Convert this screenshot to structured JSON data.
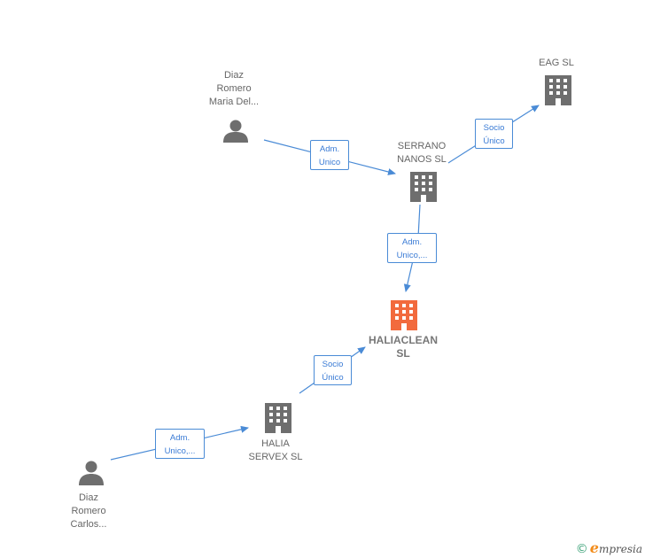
{
  "colors": {
    "edge": "#4a8bd6",
    "node_gray": "#6e6e6e",
    "node_highlight": "#f26a3d",
    "brand_orange": "#f28c1a"
  },
  "nodes": {
    "diaz_maria": {
      "label": "Diaz\nRomero\nMaria Del...",
      "icon": "person-icon"
    },
    "eag": {
      "label": "EAG SL",
      "icon": "building-icon"
    },
    "serrano": {
      "label": "SERRANO\nNANOS  SL",
      "icon": "building-icon"
    },
    "haliaclean": {
      "label": "HALIACLEAN\nSL",
      "icon": "building-icon"
    },
    "halia_servex": {
      "label": "HALIA\nSERVEX SL",
      "icon": "building-icon"
    },
    "diaz_carlos": {
      "label": "Diaz\nRomero\nCarlos...",
      "icon": "person-icon"
    }
  },
  "edges": {
    "maria_to_serrano": "Adm.\nUnico",
    "serrano_to_eag": "Socio\nÚnico",
    "serrano_to_haliaclean": "Adm.\nUnico,...",
    "servex_to_haliaclean": "Socio\nÚnico",
    "carlos_to_servex": "Adm.\nUnico,..."
  },
  "brand": {
    "copyright": "©",
    "initial": "e",
    "rest": "mpresia"
  }
}
